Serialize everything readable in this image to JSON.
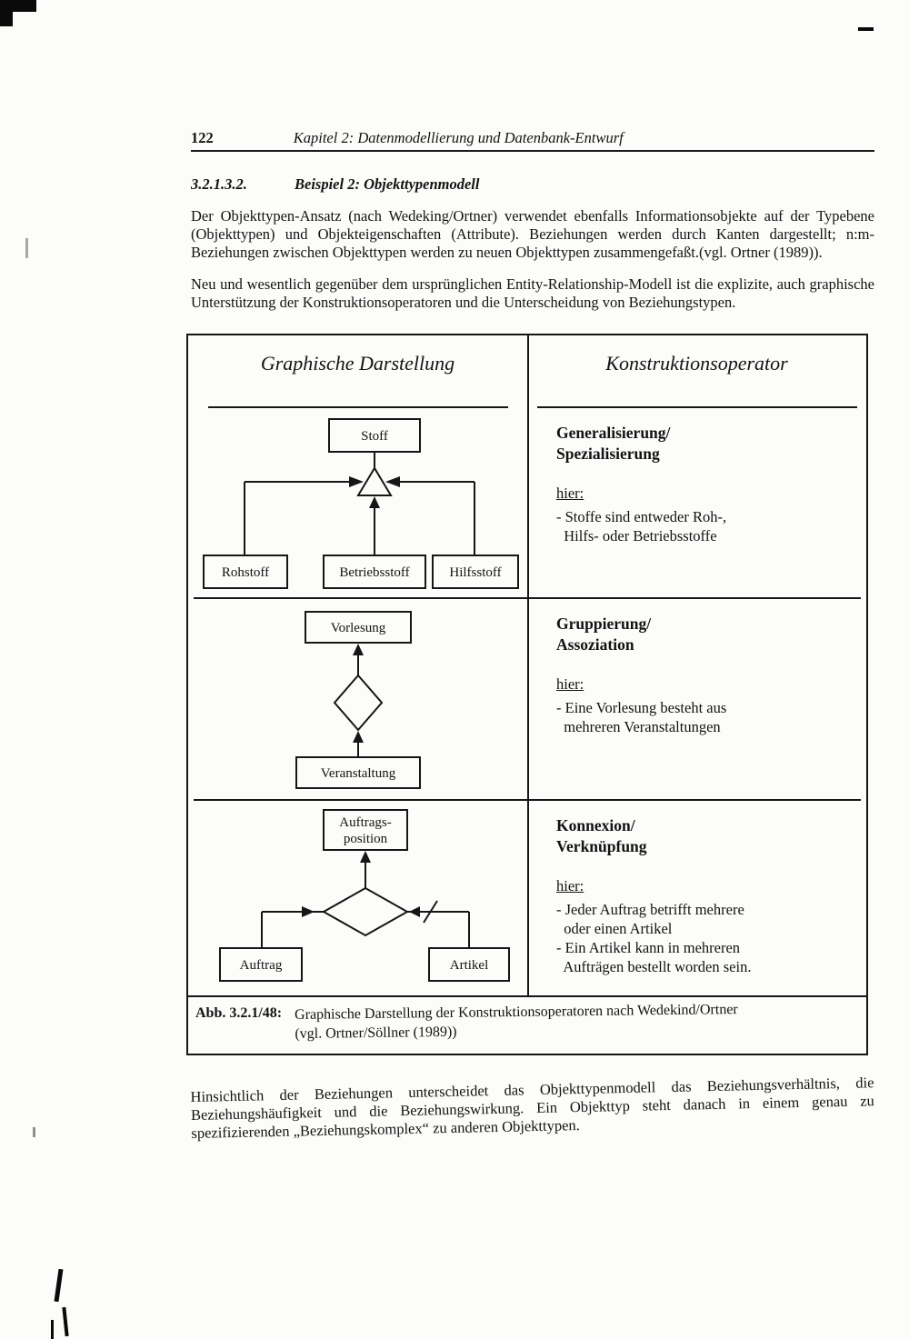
{
  "page": {
    "number": "122",
    "running_header": "Kapitel 2: Datenmodellierung und Datenbank-Entwurf"
  },
  "section": {
    "number": "3.2.1.3.2.",
    "title": "Beispiel 2: Objekttypenmodell"
  },
  "paragraphs": {
    "p1": "Der Objekttypen-Ansatz (nach Wedeking/Ortner) verwendet ebenfalls Informationsobjekte auf der Typebene (Objekttypen) und Objekteigenschaften (Attribute). Beziehungen werden durch Kanten dargestellt; n:m-Beziehungen zwischen Objekttypen werden zu neuen Objekttypen zusammengefaßt.(vgl. Ortner (1989)).",
    "p2": "Neu und wesentlich gegenüber dem ursprünglichen Entity-Relationship-Modell ist die explizite, auch graphische Unterstützung der Konstruktionsoperatoren und die Unterscheidung von Beziehungstypen.",
    "p3": "Hinsichtlich der Beziehungen unterscheidet das Objekttypenmodell das Beziehungsverhältnis, die Beziehungshäufigkeit und die Beziehungswirkung. Ein Objekttyp steht danach in einem genau zu spezifizierenden „Beziehungskomplex“ zu anderen Objekttypen."
  },
  "figure": {
    "headers": {
      "left": "Graphische Darstellung",
      "right": "Konstruktionsoperator"
    },
    "rows": [
      {
        "operator": [
          "Generalisierung/",
          "Spezialisierung"
        ],
        "hier": "hier:",
        "notes": [
          "- Stoffe sind entweder Roh-,",
          "  Hilfs- oder Betriebsstoffe"
        ],
        "diagram": {
          "top": "Stoff",
          "left": "Rohstoff",
          "center": "Betriebsstoff",
          "right": "Hilfsstoff"
        }
      },
      {
        "operator": [
          "Gruppierung/",
          "Assoziation"
        ],
        "hier": "hier:",
        "notes": [
          "- Eine Vorlesung besteht aus",
          "  mehreren Veranstaltungen"
        ],
        "diagram": {
          "top": "Vorlesung",
          "bottom": "Veranstaltung"
        }
      },
      {
        "operator": [
          "Konnexion/",
          "Verknüpfung"
        ],
        "hier": "hier:",
        "notes": [
          "- Jeder Auftrag betrifft mehrere",
          "  oder einen Artikel",
          "- Ein Artikel kann in mehreren",
          "  Aufträgen bestellt worden sein."
        ],
        "diagram": {
          "top_line1": "Auftrags-",
          "top_line2": "position",
          "left": "Auftrag",
          "right": "Artikel"
        }
      }
    ],
    "caption": {
      "label": "Abb. 3.2.1/48:",
      "line1": "Graphische Darstellung der Konstruktionsoperatoren nach Wedekind/Ortner",
      "line2": "(vgl. Ortner/Söllner (1989))"
    }
  }
}
